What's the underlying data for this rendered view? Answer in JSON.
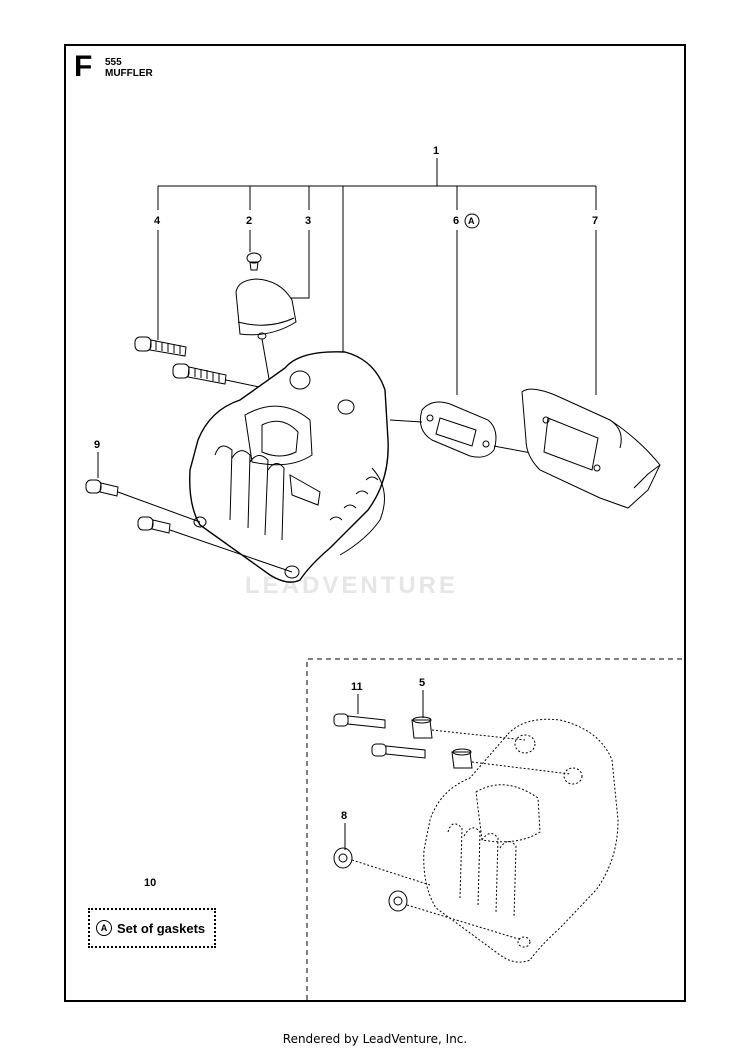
{
  "header": {
    "section_letter": "F",
    "model": "555",
    "title": "MUFFLER"
  },
  "callouts": {
    "c1": "1",
    "c2": "2",
    "c3": "3",
    "c4": "4",
    "c5": "5",
    "c6": "6",
    "c7": "7",
    "c8": "8",
    "c9": "9",
    "c10": "10",
    "c11": "11"
  },
  "markers": {
    "a_marker": "A"
  },
  "legend": {
    "marker": "A",
    "text": "Set of gaskets",
    "ref": "10"
  },
  "watermark": "LEADVENTURE",
  "footer": "Rendered by LeadVenture, Inc."
}
